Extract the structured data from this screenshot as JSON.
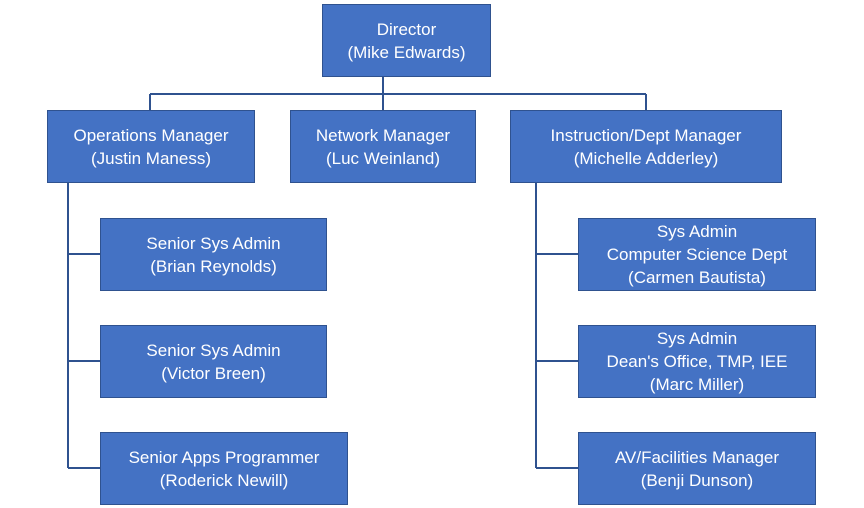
{
  "org_chart": {
    "director": {
      "title": "Director",
      "name": "(Mike Edwards)"
    },
    "managers": [
      {
        "title": "Operations Manager",
        "name": "(Justin Maness)",
        "reports": [
          {
            "lines": [
              "Senior Sys Admin",
              "(Brian Reynolds)"
            ]
          },
          {
            "lines": [
              "Senior Sys Admin",
              "(Victor Breen)"
            ]
          },
          {
            "lines": [
              "Senior Apps Programmer",
              "(Roderick Newill)"
            ]
          }
        ]
      },
      {
        "title": "Network Manager",
        "name": "(Luc Weinland)",
        "reports": []
      },
      {
        "title": "Instruction/Dept Manager",
        "name": "(Michelle Adderley)",
        "reports": [
          {
            "lines": [
              "Sys Admin",
              "Computer Science Dept",
              "(Carmen Bautista)"
            ]
          },
          {
            "lines": [
              "Sys Admin",
              "Dean's Office, TMP, IEE",
              "(Marc Miller)"
            ]
          },
          {
            "lines": [
              "AV/Facilities Manager",
              "(Benji Dunson)"
            ]
          }
        ]
      }
    ]
  }
}
